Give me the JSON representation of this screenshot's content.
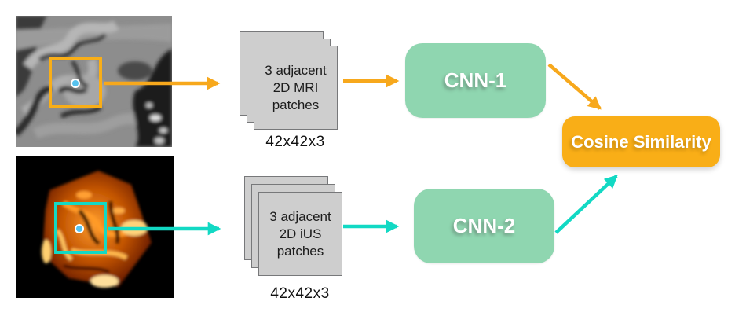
{
  "theme": {
    "orange": "#F9AE17",
    "orange_arrow": "#F7A81C",
    "teal": "#12D9C4",
    "green": "#8FD6B0",
    "patch_fill": "#CECECE",
    "patch_border": "#77787A",
    "text_dark": "#1C1C1C",
    "node_text": "#FFFFFF",
    "keypoint_blue": "#56C2EE"
  },
  "pipeline": {
    "mri": {
      "stack_lines": [
        "3 adjacent",
        "2D MRI",
        "patches"
      ],
      "patch_size": "42x42x3"
    },
    "ius": {
      "stack_lines": [
        "3 adjacent",
        "2D iUS",
        "patches"
      ],
      "patch_size": "42x42x3"
    }
  },
  "nodes": {
    "cnn1": {
      "label": "CNN-1"
    },
    "cnn2": {
      "label": "CNN-2"
    },
    "cosine": {
      "label": "Cosine Similarity"
    }
  }
}
